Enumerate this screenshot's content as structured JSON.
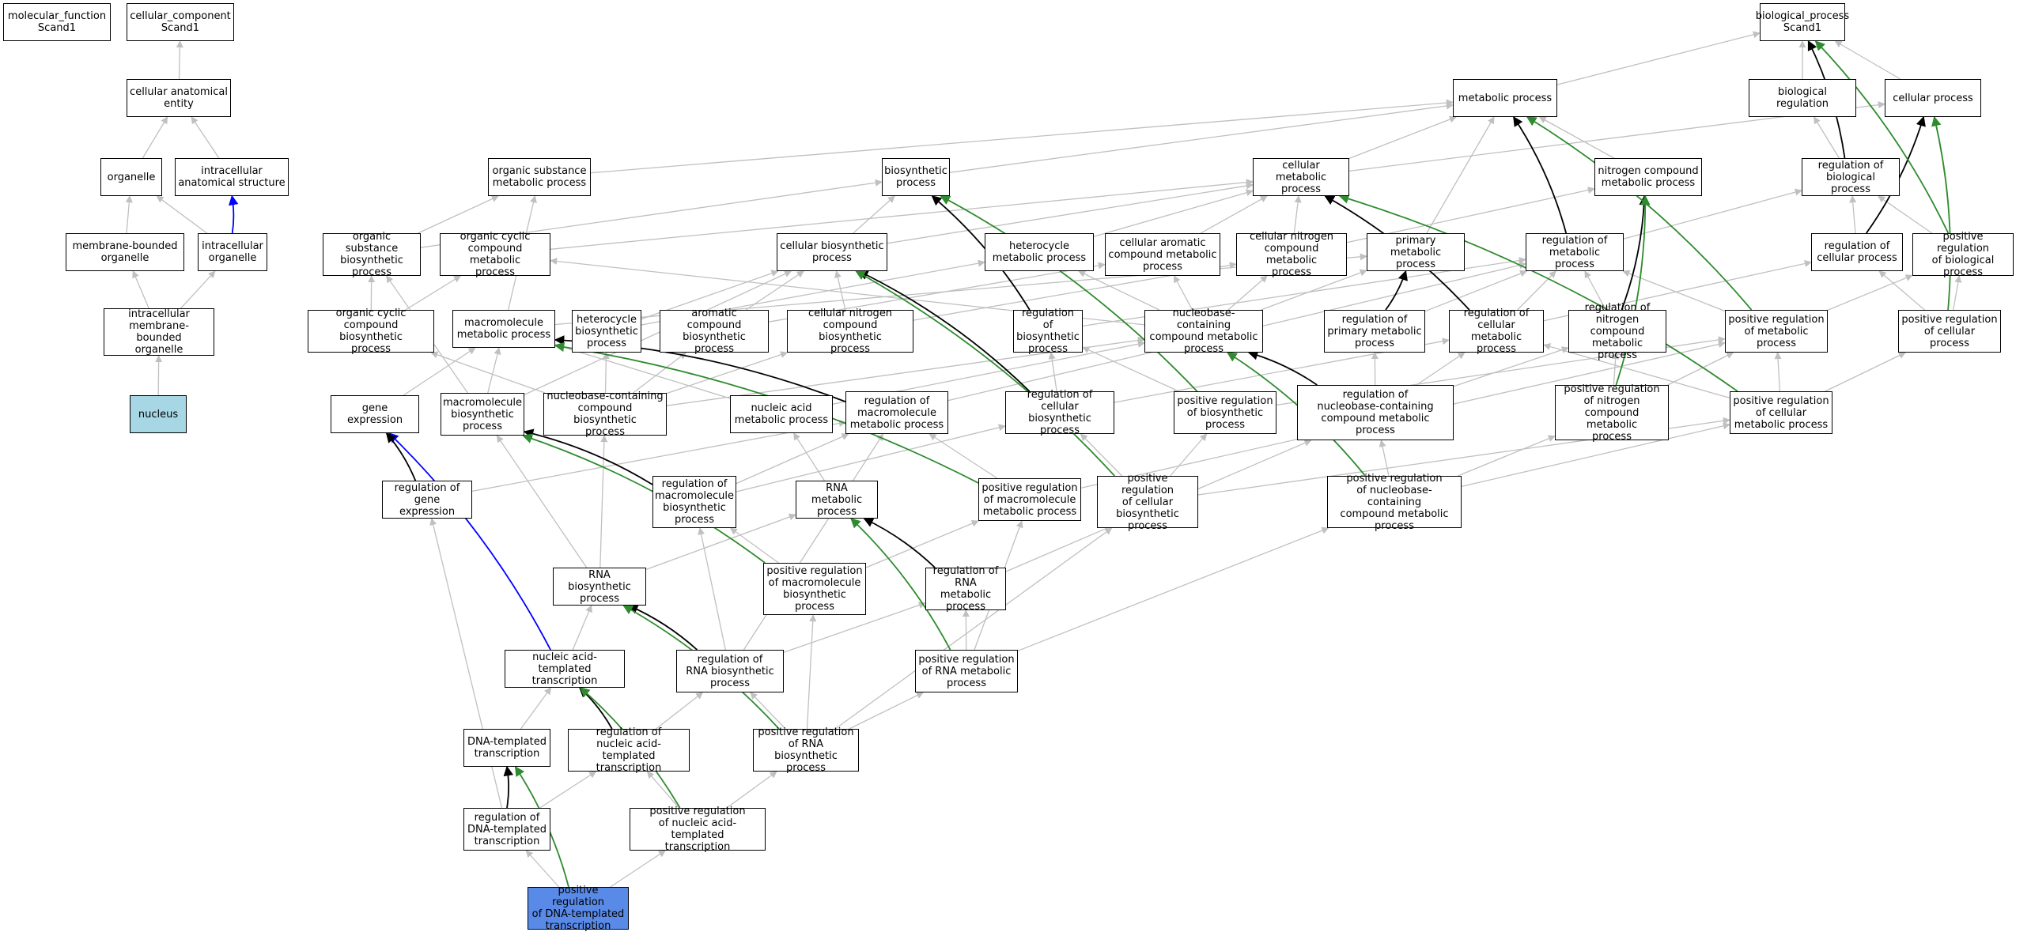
{
  "colors": {
    "is_a": "#c0c0c0",
    "part_of": "#0000ff",
    "regulates": "#000000",
    "positively_regulates": "#2e8b2e",
    "query_node": "#5a8ae8",
    "nucleus_node": "#a7d6e4"
  },
  "nodes": [
    {
      "id": "mf",
      "label": "molecular_function\nScand1"
    },
    {
      "id": "cc",
      "label": "cellular_component\nScand1"
    },
    {
      "id": "bp",
      "label": "biological_process\nScand1"
    },
    {
      "id": "cae",
      "label": "cellular anatomical\nentity"
    },
    {
      "id": "org",
      "label": "organelle"
    },
    {
      "id": "ias",
      "label": "intracellular\nanatomical structure"
    },
    {
      "id": "mbo",
      "label": "membrane-bounded\norganelle"
    },
    {
      "id": "io",
      "label": "intracellular\norganelle"
    },
    {
      "id": "imbo",
      "label": "intracellular\nmembrane-bounded\norganelle"
    },
    {
      "id": "nuc",
      "label": "nucleus"
    },
    {
      "id": "mp",
      "label": "metabolic process"
    },
    {
      "id": "br",
      "label": "biological regulation"
    },
    {
      "id": "cp",
      "label": "cellular process"
    },
    {
      "id": "osmp",
      "label": "organic substance\nmetabolic process"
    },
    {
      "id": "bsp",
      "label": "biosynthetic\nprocess"
    },
    {
      "id": "cmp",
      "label": "cellular metabolic\nprocess"
    },
    {
      "id": "ncmp",
      "label": "nitrogen compound\nmetabolic process"
    },
    {
      "id": "rbp",
      "label": "regulation of\nbiological process"
    },
    {
      "id": "osbp",
      "label": "organic substance\nbiosynthetic\nprocess"
    },
    {
      "id": "occmp",
      "label": "organic cyclic\ncompound metabolic\nprocess"
    },
    {
      "id": "cbp",
      "label": "cellular biosynthetic\nprocess"
    },
    {
      "id": "hmp",
      "label": "heterocycle\nmetabolic process"
    },
    {
      "id": "cacmp",
      "label": "cellular aromatic\ncompound metabolic\nprocess"
    },
    {
      "id": "cncmp",
      "label": "cellular nitrogen\ncompound metabolic\nprocess"
    },
    {
      "id": "pmp",
      "label": "primary metabolic\nprocess"
    },
    {
      "id": "rmp",
      "label": "regulation of\nmetabolic process"
    },
    {
      "id": "rcp",
      "label": "regulation of\ncellular process"
    },
    {
      "id": "prbp",
      "label": "positive regulation\nof biological\nprocess"
    },
    {
      "id": "occbp",
      "label": "organic cyclic\ncompound biosynthetic\nprocess"
    },
    {
      "id": "mmp",
      "label": "macromolecule\nmetabolic process"
    },
    {
      "id": "hbp",
      "label": "heterocycle\nbiosynthetic\nprocess"
    },
    {
      "id": "acbp",
      "label": "aromatic compound\nbiosynthetic\nprocess"
    },
    {
      "id": "cncbp",
      "label": "cellular nitrogen\ncompound biosynthetic\nprocess"
    },
    {
      "id": "rbsp",
      "label": "regulation of\nbiosynthetic\nprocess"
    },
    {
      "id": "nbcmp",
      "label": "nucleobase-containing\ncompound metabolic\nprocess"
    },
    {
      "id": "rpmp",
      "label": "regulation of\nprimary metabolic\nprocess"
    },
    {
      "id": "rcmp",
      "label": "regulation of\ncellular metabolic\nprocess"
    },
    {
      "id": "rncmp",
      "label": "regulation of\nnitrogen compound\nmetabolic process"
    },
    {
      "id": "prmp",
      "label": "positive regulation\nof metabolic\nprocess"
    },
    {
      "id": "prcp",
      "label": "positive regulation\nof cellular\nprocess"
    },
    {
      "id": "ge",
      "label": "gene expression"
    },
    {
      "id": "mbp",
      "label": "macromolecule\nbiosynthetic\nprocess"
    },
    {
      "id": "nbcbp",
      "label": "nucleobase-containing\ncompound biosynthetic\nprocess"
    },
    {
      "id": "namp",
      "label": "nucleic acid\nmetabolic process"
    },
    {
      "id": "rmmp",
      "label": "regulation of\nmacromolecule\nmetabolic process"
    },
    {
      "id": "rcbp",
      "label": "regulation of\ncellular biosynthetic\nprocess"
    },
    {
      "id": "prbsp",
      "label": "positive regulation\nof biosynthetic\nprocess"
    },
    {
      "id": "rnbcmp",
      "label": "regulation of\nnucleobase-containing\ncompound metabolic\nprocess"
    },
    {
      "id": "prncmp",
      "label": "positive regulation\nof nitrogen\ncompound metabolic\nprocess"
    },
    {
      "id": "prcmp",
      "label": "positive regulation\nof cellular\nmetabolic process"
    },
    {
      "id": "rge",
      "label": "regulation of\ngene expression"
    },
    {
      "id": "rmbp",
      "label": "regulation of\nmacromolecule\nbiosynthetic\nprocess"
    },
    {
      "id": "rnamp",
      "label": "RNA metabolic\nprocess"
    },
    {
      "id": "prmmp",
      "label": "positive regulation\nof macromolecule\nmetabolic process"
    },
    {
      "id": "prcbp",
      "label": "positive regulation\nof cellular\nbiosynthetic\nprocess"
    },
    {
      "id": "prnbcmp",
      "label": "positive regulation\nof nucleobase-containing\ncompound metabolic\nprocess"
    },
    {
      "id": "rnabp",
      "label": "RNA biosynthetic\nprocess"
    },
    {
      "id": "prmbp",
      "label": "positive regulation\nof macromolecule\nbiosynthetic\nprocess"
    },
    {
      "id": "rrnamp",
      "label": "regulation of\nRNA metabolic\nprocess"
    },
    {
      "id": "natt",
      "label": "nucleic acid-templated\ntranscription"
    },
    {
      "id": "rrnabp",
      "label": "regulation of\nRNA biosynthetic\nprocess"
    },
    {
      "id": "prrnamp",
      "label": "positive regulation\nof RNA metabolic\nprocess"
    },
    {
      "id": "dtt",
      "label": "DNA-templated\ntranscription"
    },
    {
      "id": "rnatt",
      "label": "regulation of\nnucleic acid-templated\ntranscription"
    },
    {
      "id": "prrnabp",
      "label": "positive regulation\nof RNA biosynthetic\nprocess"
    },
    {
      "id": "rdtt",
      "label": "regulation of\nDNA-templated\ntranscription"
    },
    {
      "id": "prnatt",
      "label": "positive regulation\nof nucleic acid-templated\ntranscription"
    },
    {
      "id": "prdtt",
      "label": "positive regulation\nof DNA-templated\ntranscription"
    }
  ],
  "edges": [
    {
      "from": "cae",
      "to": "cc",
      "type": "is_a"
    },
    {
      "from": "org",
      "to": "cae",
      "type": "is_a"
    },
    {
      "from": "ias",
      "to": "cae",
      "type": "is_a"
    },
    {
      "from": "mbo",
      "to": "org",
      "type": "is_a"
    },
    {
      "from": "io",
      "to": "org",
      "type": "is_a"
    },
    {
      "from": "io",
      "to": "ias",
      "type": "part_of"
    },
    {
      "from": "imbo",
      "to": "mbo",
      "type": "is_a"
    },
    {
      "from": "imbo",
      "to": "io",
      "type": "is_a"
    },
    {
      "from": "nuc",
      "to": "imbo",
      "type": "is_a"
    },
    {
      "from": "mp",
      "to": "bp",
      "type": "is_a"
    },
    {
      "from": "br",
      "to": "bp",
      "type": "is_a"
    },
    {
      "from": "cp",
      "to": "bp",
      "type": "is_a"
    },
    {
      "from": "rbp",
      "to": "br",
      "type": "is_a"
    },
    {
      "from": "rbp",
      "to": "bp",
      "type": "regulates"
    },
    {
      "from": "prbp",
      "to": "rbp",
      "type": "is_a"
    },
    {
      "from": "prbp",
      "to": "bp",
      "type": "positively_regulates"
    },
    {
      "from": "osmp",
      "to": "mp",
      "type": "is_a"
    },
    {
      "from": "bsp",
      "to": "mp",
      "type": "is_a"
    },
    {
      "from": "cmp",
      "to": "mp",
      "type": "is_a"
    },
    {
      "from": "cmp",
      "to": "cp",
      "type": "is_a"
    },
    {
      "from": "ncmp",
      "to": "mp",
      "type": "is_a"
    },
    {
      "from": "osbp",
      "to": "osmp",
      "type": "is_a"
    },
    {
      "from": "osbp",
      "to": "bsp",
      "type": "is_a"
    },
    {
      "from": "occmp",
      "to": "cmp",
      "type": "is_a"
    },
    {
      "from": "cbp",
      "to": "bsp",
      "type": "is_a"
    },
    {
      "from": "cbp",
      "to": "cmp",
      "type": "is_a"
    },
    {
      "from": "hmp",
      "to": "cmp",
      "type": "is_a"
    },
    {
      "from": "cacmp",
      "to": "cmp",
      "type": "is_a"
    },
    {
      "from": "cncmp",
      "to": "cmp",
      "type": "is_a"
    },
    {
      "from": "cncmp",
      "to": "ncmp",
      "type": "is_a"
    },
    {
      "from": "pmp",
      "to": "mp",
      "type": "is_a"
    },
    {
      "from": "rmp",
      "to": "rbp",
      "type": "is_a"
    },
    {
      "from": "rmp",
      "to": "mp",
      "type": "regulates"
    },
    {
      "from": "rcp",
      "to": "rbp",
      "type": "is_a"
    },
    {
      "from": "rcp",
      "to": "cp",
      "type": "regulates"
    },
    {
      "from": "prcp",
      "to": "rcp",
      "type": "is_a"
    },
    {
      "from": "prcp",
      "to": "prbp",
      "type": "is_a"
    },
    {
      "from": "prcp",
      "to": "cp",
      "type": "positively_regulates"
    },
    {
      "from": "prmp",
      "to": "rmp",
      "type": "is_a"
    },
    {
      "from": "prmp",
      "to": "prbp",
      "type": "is_a"
    },
    {
      "from": "prmp",
      "to": "mp",
      "type": "positively_regulates"
    },
    {
      "from": "occbp",
      "to": "occmp",
      "type": "is_a"
    },
    {
      "from": "occbp",
      "to": "osbp",
      "type": "is_a"
    },
    {
      "from": "mmp",
      "to": "osmp",
      "type": "is_a"
    },
    {
      "from": "mmp",
      "to": "pmp",
      "type": "is_a"
    },
    {
      "from": "hbp",
      "to": "hmp",
      "type": "is_a"
    },
    {
      "from": "hbp",
      "to": "cbp",
      "type": "is_a"
    },
    {
      "from": "acbp",
      "to": "cacmp",
      "type": "is_a"
    },
    {
      "from": "acbp",
      "to": "cbp",
      "type": "is_a"
    },
    {
      "from": "cncbp",
      "to": "cncmp",
      "type": "is_a"
    },
    {
      "from": "cncbp",
      "to": "cbp",
      "type": "is_a"
    },
    {
      "from": "rbsp",
      "to": "rmp",
      "type": "is_a"
    },
    {
      "from": "rbsp",
      "to": "bsp",
      "type": "regulates"
    },
    {
      "from": "nbcmp",
      "to": "occmp",
      "type": "is_a"
    },
    {
      "from": "nbcmp",
      "to": "hmp",
      "type": "is_a"
    },
    {
      "from": "nbcmp",
      "to": "cacmp",
      "type": "is_a"
    },
    {
      "from": "nbcmp",
      "to": "cncmp",
      "type": "is_a"
    },
    {
      "from": "nbcmp",
      "to": "pmp",
      "type": "is_a"
    },
    {
      "from": "rpmp",
      "to": "rmp",
      "type": "is_a"
    },
    {
      "from": "rpmp",
      "to": "pmp",
      "type": "regulates"
    },
    {
      "from": "rcmp",
      "to": "rmp",
      "type": "is_a"
    },
    {
      "from": "rcmp",
      "to": "rcp",
      "type": "is_a"
    },
    {
      "from": "rcmp",
      "to": "cmp",
      "type": "regulates"
    },
    {
      "from": "rncmp",
      "to": "rmp",
      "type": "is_a"
    },
    {
      "from": "rncmp",
      "to": "ncmp",
      "type": "regulates"
    },
    {
      "from": "ge",
      "to": "mmp",
      "type": "is_a"
    },
    {
      "from": "mbp",
      "to": "mmp",
      "type": "is_a"
    },
    {
      "from": "mbp",
      "to": "osbp",
      "type": "is_a"
    },
    {
      "from": "mbp",
      "to": "cbp",
      "type": "is_a"
    },
    {
      "from": "nbcbp",
      "to": "nbcmp",
      "type": "is_a"
    },
    {
      "from": "nbcbp",
      "to": "hbp",
      "type": "is_a"
    },
    {
      "from": "nbcbp",
      "to": "acbp",
      "type": "is_a"
    },
    {
      "from": "nbcbp",
      "to": "cncbp",
      "type": "is_a"
    },
    {
      "from": "nbcbp",
      "to": "occbp",
      "type": "is_a"
    },
    {
      "from": "namp",
      "to": "nbcmp",
      "type": "is_a"
    },
    {
      "from": "namp",
      "to": "mmp",
      "type": "is_a"
    },
    {
      "from": "rmmp",
      "to": "rmp",
      "type": "is_a"
    },
    {
      "from": "rmmp",
      "to": "mmp",
      "type": "regulates"
    },
    {
      "from": "rcbp",
      "to": "rbsp",
      "type": "is_a"
    },
    {
      "from": "rcbp",
      "to": "rcmp",
      "type": "is_a"
    },
    {
      "from": "rcbp",
      "to": "cbp",
      "type": "regulates"
    },
    {
      "from": "prbsp",
      "to": "rbsp",
      "type": "is_a"
    },
    {
      "from": "prbsp",
      "to": "prmp",
      "type": "is_a"
    },
    {
      "from": "prbsp",
      "to": "bsp",
      "type": "positively_regulates"
    },
    {
      "from": "rnbcmp",
      "to": "rcmp",
      "type": "is_a"
    },
    {
      "from": "rnbcmp",
      "to": "rpmp",
      "type": "is_a"
    },
    {
      "from": "rnbcmp",
      "to": "rncmp",
      "type": "is_a"
    },
    {
      "from": "rnbcmp",
      "to": "nbcmp",
      "type": "regulates"
    },
    {
      "from": "prncmp",
      "to": "rncmp",
      "type": "is_a"
    },
    {
      "from": "prncmp",
      "to": "prmp",
      "type": "is_a"
    },
    {
      "from": "prncmp",
      "to": "ncmp",
      "type": "positively_regulates"
    },
    {
      "from": "prcmp",
      "to": "rcmp",
      "type": "is_a"
    },
    {
      "from": "prcmp",
      "to": "prmp",
      "type": "is_a"
    },
    {
      "from": "prcmp",
      "to": "prcp",
      "type": "is_a"
    },
    {
      "from": "prcmp",
      "to": "cmp",
      "type": "positively_regulates"
    },
    {
      "from": "rge",
      "to": "rmmp",
      "type": "is_a"
    },
    {
      "from": "rge",
      "to": "ge",
      "type": "regulates"
    },
    {
      "from": "rmbp",
      "to": "rmmp",
      "type": "is_a"
    },
    {
      "from": "rmbp",
      "to": "rcbp",
      "type": "is_a"
    },
    {
      "from": "rmbp",
      "to": "mbp",
      "type": "regulates"
    },
    {
      "from": "rnamp",
      "to": "namp",
      "type": "is_a"
    },
    {
      "from": "prmmp",
      "to": "rmmp",
      "type": "is_a"
    },
    {
      "from": "prmmp",
      "to": "prmp",
      "type": "is_a"
    },
    {
      "from": "prmmp",
      "to": "mmp",
      "type": "positively_regulates"
    },
    {
      "from": "prcbp",
      "to": "rcbp",
      "type": "is_a"
    },
    {
      "from": "prcbp",
      "to": "prbsp",
      "type": "is_a"
    },
    {
      "from": "prcbp",
      "to": "prcmp",
      "type": "is_a"
    },
    {
      "from": "prcbp",
      "to": "cbp",
      "type": "positively_regulates"
    },
    {
      "from": "prnbcmp",
      "to": "rnbcmp",
      "type": "is_a"
    },
    {
      "from": "prnbcmp",
      "to": "prcmp",
      "type": "is_a"
    },
    {
      "from": "prnbcmp",
      "to": "prncmp",
      "type": "is_a"
    },
    {
      "from": "prnbcmp",
      "to": "nbcmp",
      "type": "positively_regulates"
    },
    {
      "from": "rnabp",
      "to": "rnamp",
      "type": "is_a"
    },
    {
      "from": "rnabp",
      "to": "nbcbp",
      "type": "is_a"
    },
    {
      "from": "rnabp",
      "to": "mbp",
      "type": "is_a"
    },
    {
      "from": "prmbp",
      "to": "rmbp",
      "type": "is_a"
    },
    {
      "from": "prmbp",
      "to": "prmmp",
      "type": "is_a"
    },
    {
      "from": "prmbp",
      "to": "mbp",
      "type": "positively_regulates"
    },
    {
      "from": "rrnamp",
      "to": "rnbcmp",
      "type": "is_a"
    },
    {
      "from": "rrnamp",
      "to": "rnamp",
      "type": "regulates"
    },
    {
      "from": "natt",
      "to": "rnabp",
      "type": "is_a"
    },
    {
      "from": "natt",
      "to": "ge",
      "type": "part_of"
    },
    {
      "from": "rrnabp",
      "to": "rmbp",
      "type": "is_a"
    },
    {
      "from": "rrnabp",
      "to": "rrnamp",
      "type": "is_a"
    },
    {
      "from": "rrnabp",
      "to": "rmmp",
      "type": "is_a"
    },
    {
      "from": "rrnabp",
      "to": "rnabp",
      "type": "regulates"
    },
    {
      "from": "prrnamp",
      "to": "rrnamp",
      "type": "is_a"
    },
    {
      "from": "prrnamp",
      "to": "prmmp",
      "type": "is_a"
    },
    {
      "from": "prrnamp",
      "to": "prnbcmp",
      "type": "is_a"
    },
    {
      "from": "prrnamp",
      "to": "rnamp",
      "type": "positively_regulates"
    },
    {
      "from": "dtt",
      "to": "natt",
      "type": "is_a"
    },
    {
      "from": "rnatt",
      "to": "rrnabp",
      "type": "is_a"
    },
    {
      "from": "rnatt",
      "to": "natt",
      "type": "regulates"
    },
    {
      "from": "prrnabp",
      "to": "rrnabp",
      "type": "is_a"
    },
    {
      "from": "prrnabp",
      "to": "prmbp",
      "type": "is_a"
    },
    {
      "from": "prrnabp",
      "to": "prrnamp",
      "type": "is_a"
    },
    {
      "from": "prrnabp",
      "to": "prcbp",
      "type": "is_a"
    },
    {
      "from": "prrnabp",
      "to": "rnabp",
      "type": "positively_regulates"
    },
    {
      "from": "rdtt",
      "to": "rnatt",
      "type": "is_a"
    },
    {
      "from": "rdtt",
      "to": "rge",
      "type": "is_a"
    },
    {
      "from": "rdtt",
      "to": "dtt",
      "type": "regulates"
    },
    {
      "from": "prnatt",
      "to": "rnatt",
      "type": "is_a"
    },
    {
      "from": "prnatt",
      "to": "prrnabp",
      "type": "is_a"
    },
    {
      "from": "prnatt",
      "to": "natt",
      "type": "positively_regulates"
    },
    {
      "from": "prdtt",
      "to": "rdtt",
      "type": "is_a"
    },
    {
      "from": "prdtt",
      "to": "prnatt",
      "type": "is_a"
    },
    {
      "from": "prdtt",
      "to": "dtt",
      "type": "positively_regulates"
    }
  ]
}
